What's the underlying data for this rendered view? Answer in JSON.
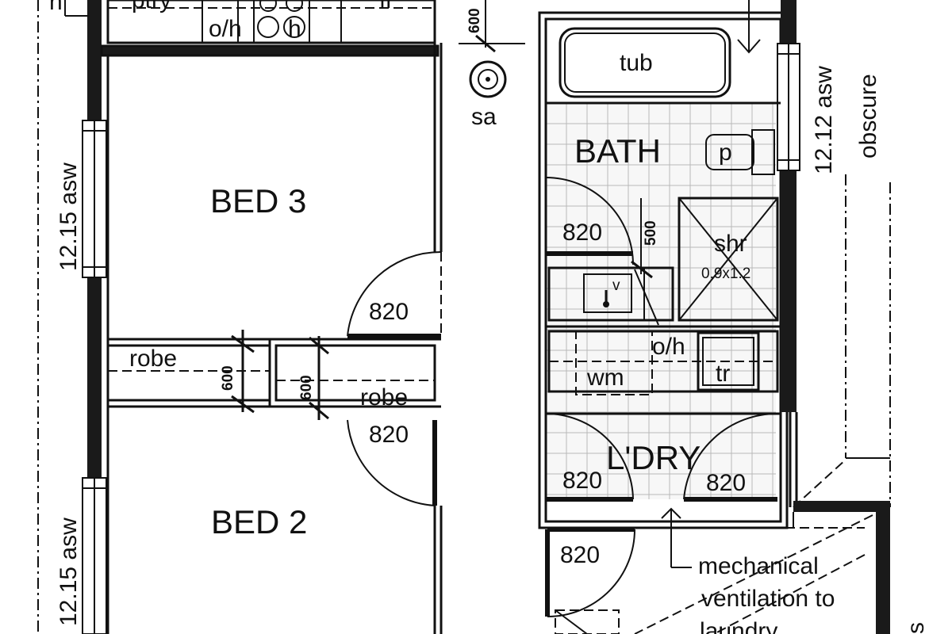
{
  "rooms": {
    "bed3": "BED 3",
    "bed2": "BED 2",
    "bath": "BATH",
    "laundry": "L'DRY"
  },
  "fixtures": {
    "pantry": "ptry",
    "oven_hob": "o/h",
    "hob": "h",
    "fridge": "fr",
    "h_partial": "h",
    "tub": "tub",
    "pan": "p",
    "shower": "shr",
    "shower_size": "0.9x1.2",
    "vanity": "v",
    "overhead": "o/h",
    "washing_machine": "wm",
    "trough": "tr",
    "robe": "robe",
    "smoke_alarm": "sa"
  },
  "dimensions": {
    "door_820": "820",
    "robe_depth": "600",
    "top_600": "600",
    "bath_500": "500"
  },
  "windows": {
    "bed3": "12.15 asw",
    "bed2": "12.15 asw",
    "bath": "12.12 asw",
    "bath_glass": "obscure",
    "right_edge": "s"
  },
  "notes": {
    "mech_line1": "mechanical",
    "mech_line2": "ventilation to",
    "mech_line3": "laundry"
  }
}
